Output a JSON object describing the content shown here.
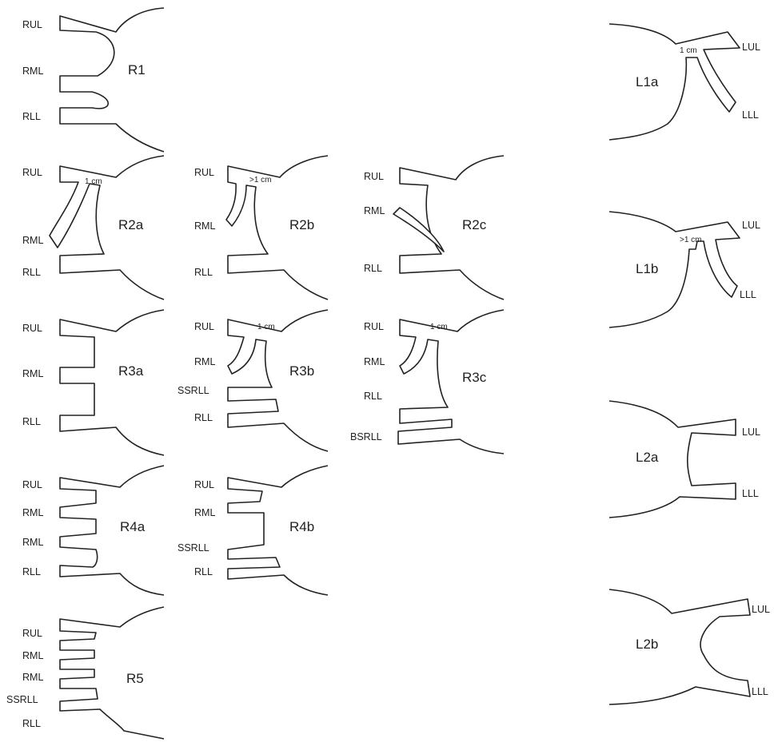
{
  "figure_id": "",
  "colors": {
    "stroke": "#222222",
    "background": "#ffffff"
  },
  "panels": [
    {
      "id": "R1",
      "title": "R1",
      "labels": [
        "RUL",
        "RML",
        "RLL"
      ]
    },
    {
      "id": "R2a",
      "title": "R2a",
      "labels": [
        "RUL",
        "RML",
        "RLL"
      ],
      "measurement": "1 cm"
    },
    {
      "id": "R2b",
      "title": "R2b",
      "labels": [
        "RUL",
        "RML",
        "RLL"
      ],
      "measurement": ">1 cm"
    },
    {
      "id": "R2c",
      "title": "R2c",
      "labels": [
        "RUL",
        "RML",
        "RLL"
      ]
    },
    {
      "id": "R3a",
      "title": "R3a",
      "labels": [
        "RUL",
        "RML",
        "RLL"
      ]
    },
    {
      "id": "R3b",
      "title": "R3b",
      "labels": [
        "RUL",
        "RML",
        "SSRLL",
        "RLL"
      ],
      "measurement": "1 cm"
    },
    {
      "id": "R3c",
      "title": "R3c",
      "labels": [
        "RUL",
        "RML",
        "RLL",
        "BSRLL"
      ],
      "measurement": "1 cm"
    },
    {
      "id": "R4a",
      "title": "R4a",
      "labels": [
        "RUL",
        "RML",
        "RML",
        "RLL"
      ]
    },
    {
      "id": "R4b",
      "title": "R4b",
      "labels": [
        "RUL",
        "RML",
        "SSRLL",
        "RLL"
      ]
    },
    {
      "id": "R5",
      "title": "R5",
      "labels": [
        "RUL",
        "RML",
        "RML",
        "SSRLL",
        "RLL"
      ]
    },
    {
      "id": "L1a",
      "title": "L1a",
      "labels": [
        "LUL",
        "LLL"
      ],
      "measurement": "1 cm"
    },
    {
      "id": "L1b",
      "title": "L1b",
      "labels": [
        "LUL",
        "LLL"
      ],
      "measurement": ">1 cm"
    },
    {
      "id": "L2a",
      "title": "L2a",
      "labels": [
        "LUL",
        "LLL"
      ]
    },
    {
      "id": "L2b",
      "title": "L2b",
      "labels": [
        "LUL",
        "LLL"
      ]
    }
  ]
}
